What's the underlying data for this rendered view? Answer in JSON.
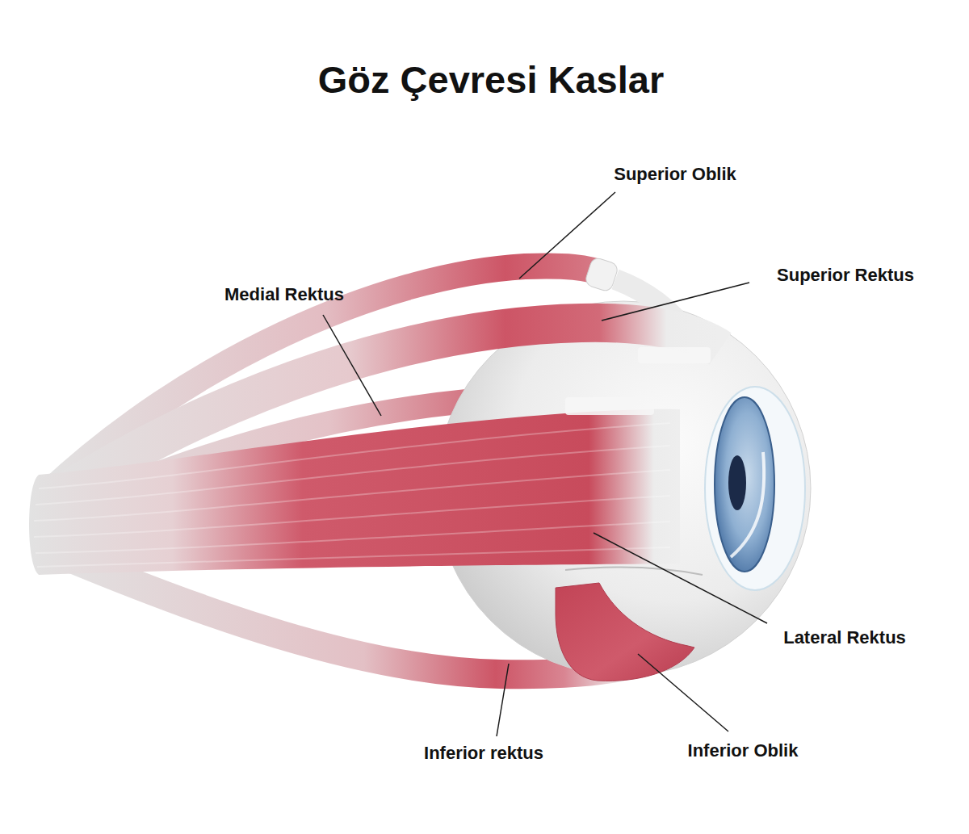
{
  "diagram": {
    "title": "Göz Çevresi Kaslar",
    "labels": [
      "Superior Oblik",
      "Superior Rektus",
      "Medial Rektus",
      "Lateral Rektus",
      "Inferior rektus",
      "Inferior Oblik"
    ]
  }
}
